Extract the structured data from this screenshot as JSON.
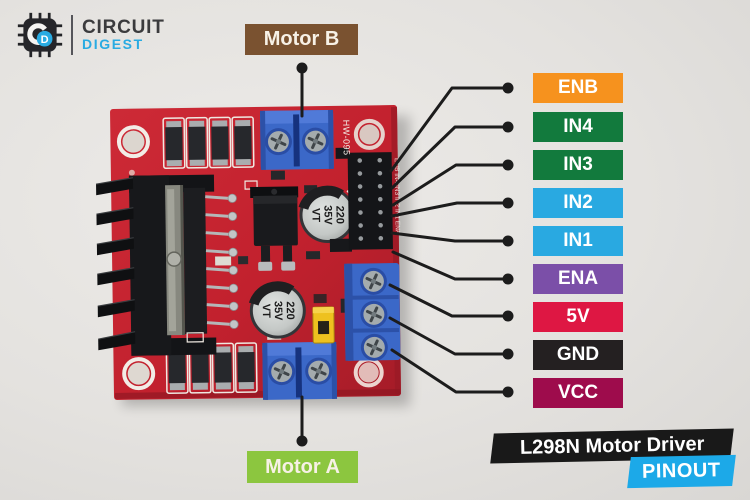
{
  "logo": {
    "brand_top": "CIRCUIT",
    "brand_bottom": "DIGEST",
    "colors": {
      "brand_top": "#3b3b3d",
      "brand_bottom": "#29abe2"
    }
  },
  "board": {
    "model": "HW-095",
    "cap_line1": "220",
    "cap_line2": "35V",
    "cap_line3": "VT",
    "silkscreen_pins": "ENB IN4 IN3 IN2 IN1 ENA",
    "pcb_color": "#c2212e",
    "terminal_color": "#3b68c8"
  },
  "callouts": {
    "motor_b": {
      "label": "Motor B",
      "bg": "#7a5230"
    },
    "motor_a": {
      "label": "Motor A",
      "bg": "#8cc63f"
    },
    "pins": [
      {
        "label": "ENB",
        "bg": "#f6921e"
      },
      {
        "label": "IN4",
        "bg": "#127a3d"
      },
      {
        "label": "IN3",
        "bg": "#127a3d"
      },
      {
        "label": "IN2",
        "bg": "#29a9e1"
      },
      {
        "label": "IN1",
        "bg": "#29a9e1"
      },
      {
        "label": "ENA",
        "bg": "#7b4fa8"
      },
      {
        "label": "5V",
        "bg": "#de1743"
      },
      {
        "label": "GND",
        "bg": "#242021"
      },
      {
        "label": "VCC",
        "bg": "#9e0c4c"
      }
    ]
  },
  "footer": {
    "title": "L298N Motor Driver",
    "title_bg": "#191919",
    "badge": "PINOUT",
    "badge_bg": "#1ca9e8"
  }
}
